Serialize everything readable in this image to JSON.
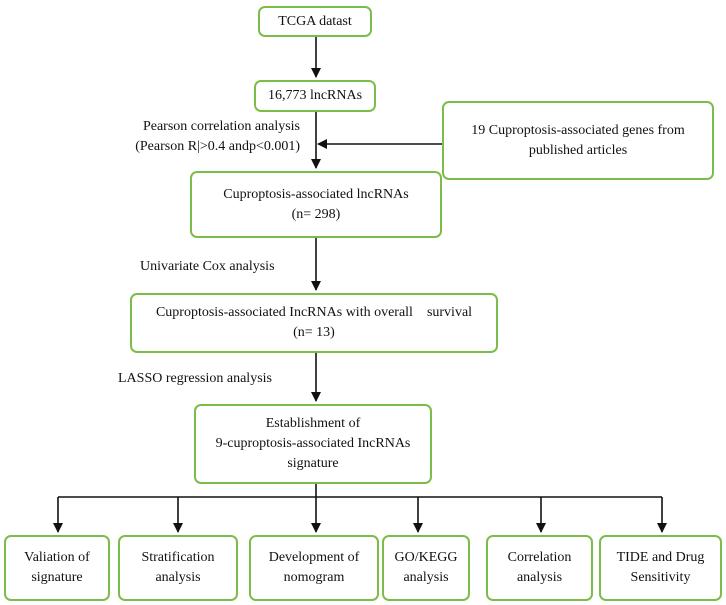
{
  "boxes": {
    "tcga": "TCGA datast",
    "lncrnas": "16,773 lncRNAs",
    "published": [
      "19 Cuproptosis-associated genes from",
      "published articles"
    ],
    "cuproptosis": [
      "Cuproptosis-associated lncRNAs",
      "(n= 298)"
    ],
    "survival": [
      "Cuproptosis-associated IncRNAs with overall    survival",
      "(n= 13)"
    ],
    "signature": [
      "Establishment of",
      "9-cuproptosis-associated IncRNAs",
      "signature"
    ]
  },
  "notes": {
    "pearson": [
      "Pearson correlation analysis",
      "(Pearson R|>0.4 andp<0.001)"
    ],
    "univariate": "Univariate Cox analysis",
    "lasso": "LASSO regression analysis"
  },
  "outputs": [
    [
      "Valiation of",
      "signature"
    ],
    [
      "Stratification",
      "analysis"
    ],
    [
      "Development of",
      "nomogram"
    ],
    [
      "GO/KEGG",
      "analysis"
    ],
    [
      "Correlation",
      "analysis"
    ],
    [
      "TIDE and Drug",
      "Sensitivity"
    ]
  ],
  "colors": {
    "box_border": "#7cbd4a",
    "arrow": "#111111"
  }
}
